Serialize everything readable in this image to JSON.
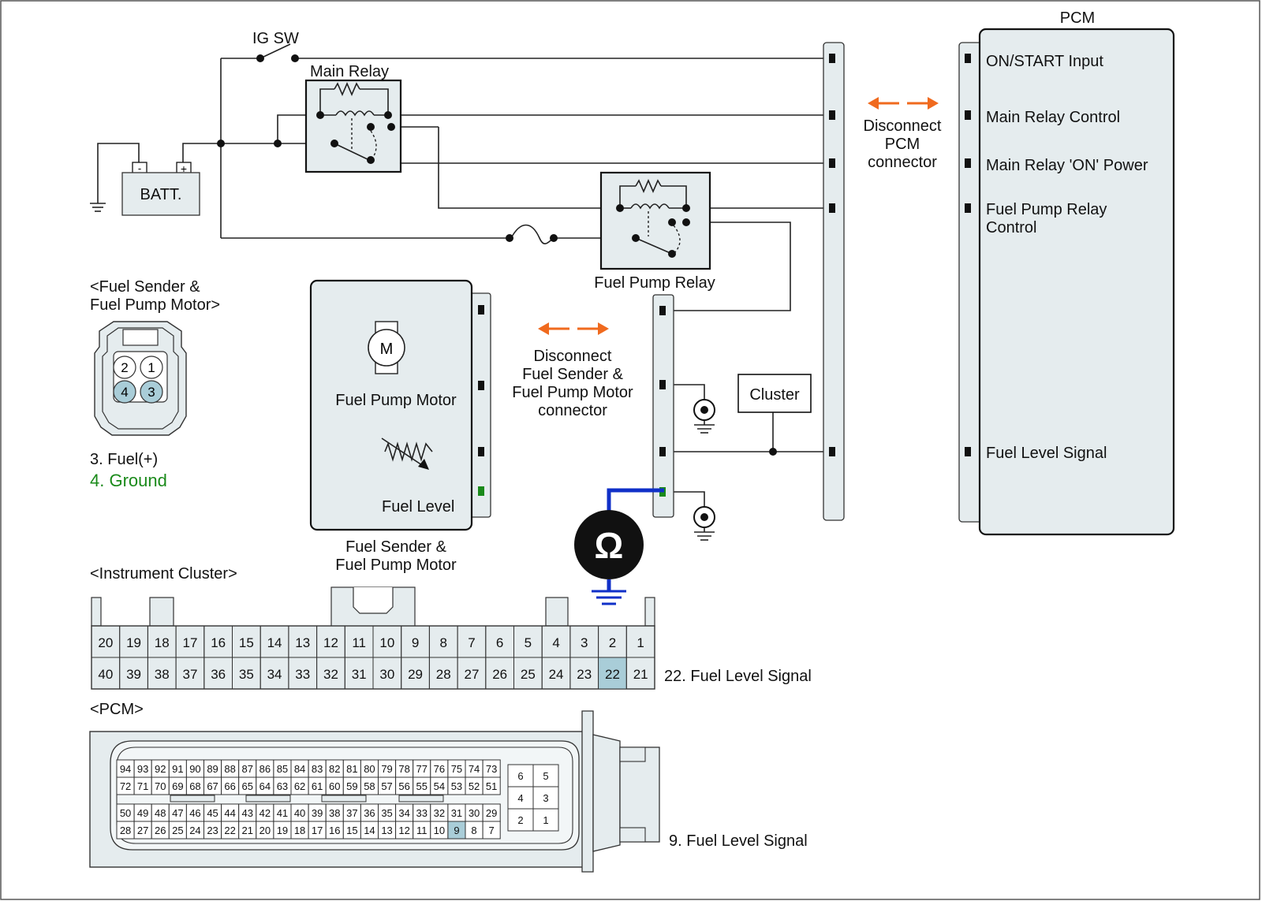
{
  "labels": {
    "ig_sw": "IG SW",
    "main_relay": "Main Relay",
    "battery": "BATT.",
    "battery_minus": "-",
    "battery_plus": "+",
    "fuel_pump_relay": "Fuel Pump Relay",
    "pcm_title": "PCM",
    "disconnect_pcm": [
      "Disconnect",
      "PCM",
      "connector"
    ],
    "disconnect_fuel": [
      "Disconnect",
      "Fuel Sender &",
      "Fuel Pump Motor",
      "connector"
    ],
    "motor_symbol": "M",
    "fuel_pump_motor": "Fuel Pump Motor",
    "fuel_level": "Fuel Level",
    "fuel_sender_caption": [
      "Fuel Sender &",
      "Fuel Pump Motor"
    ],
    "cluster": "Cluster",
    "ohm_symbol": "Ω"
  },
  "pcm_pins": [
    {
      "label": "ON/START Input"
    },
    {
      "label": "Main Relay Control"
    },
    {
      "label": "Main Relay 'ON' Power"
    },
    {
      "label": "Fuel Pump Relay",
      "label2": "Control"
    },
    {
      "label": "Fuel Level Signal"
    }
  ],
  "fuel_connector": {
    "title": [
      "<Fuel Sender &",
      "Fuel Pump Motor>"
    ],
    "pins": [
      "2",
      "1",
      "4",
      "3"
    ],
    "note_fuel": "3. Fuel(+)",
    "note_ground": "4. Ground"
  },
  "cluster_connector": {
    "title": "<Instrument Cluster>",
    "row1": [
      "20",
      "19",
      "18",
      "17",
      "16",
      "15",
      "14",
      "13",
      "12",
      "11",
      "10",
      "9",
      "8",
      "7",
      "6",
      "5",
      "4",
      "3",
      "2",
      "1"
    ],
    "row2": [
      "40",
      "39",
      "38",
      "37",
      "36",
      "35",
      "34",
      "33",
      "32",
      "31",
      "30",
      "29",
      "28",
      "27",
      "26",
      "25",
      "24",
      "23",
      "22",
      "21"
    ],
    "highlight": "22",
    "note": "22. Fuel Level Signal"
  },
  "pcm_connector": {
    "title": "<PCM>",
    "row1": [
      "94",
      "93",
      "92",
      "91",
      "90",
      "89",
      "88",
      "87",
      "86",
      "85",
      "84",
      "83",
      "82",
      "81",
      "80",
      "79",
      "78",
      "77",
      "76",
      "75",
      "74",
      "73"
    ],
    "row2": [
      "72",
      "71",
      "70",
      "69",
      "68",
      "67",
      "66",
      "65",
      "64",
      "63",
      "62",
      "61",
      "60",
      "59",
      "58",
      "57",
      "56",
      "55",
      "54",
      "53",
      "52",
      "51"
    ],
    "row3": [
      "50",
      "49",
      "48",
      "47",
      "46",
      "45",
      "44",
      "43",
      "42",
      "41",
      "40",
      "39",
      "38",
      "37",
      "36",
      "35",
      "34",
      "33",
      "32",
      "31",
      "30",
      "29"
    ],
    "row4": [
      "28",
      "27",
      "26",
      "25",
      "24",
      "23",
      "22",
      "21",
      "20",
      "19",
      "18",
      "17",
      "16",
      "15",
      "14",
      "13",
      "12",
      "11",
      "10",
      "9",
      "8",
      "7"
    ],
    "small_block": [
      [
        "6",
        "5"
      ],
      [
        "4",
        "3"
      ],
      [
        "2",
        "1"
      ]
    ],
    "highlight": "9",
    "note": "9. Fuel Level Signal"
  },
  "colors": {
    "highlight": "#a9cdd8",
    "ground_label": "#1a8a1a",
    "probe_wire": "#1030c8",
    "arrow": "#f06a1e"
  }
}
